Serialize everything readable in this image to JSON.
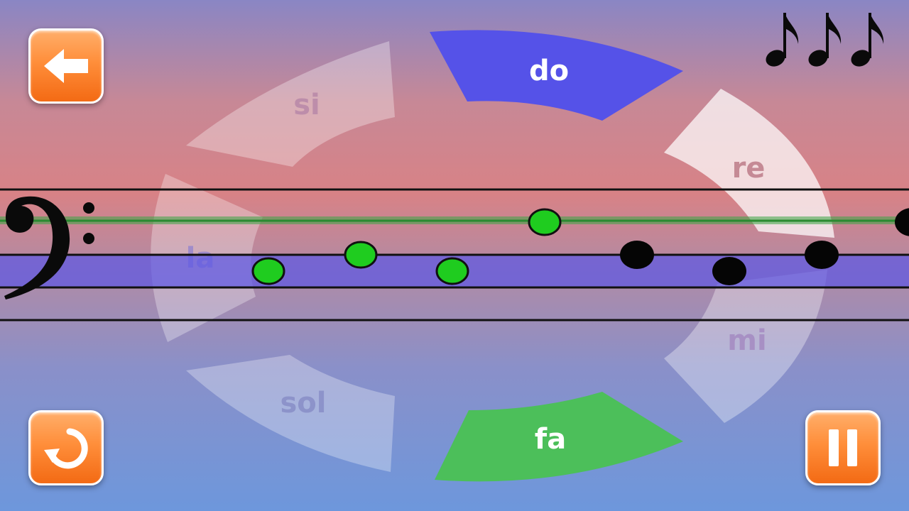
{
  "game": {
    "clef": "bass-clef-icon",
    "colors": {
      "do_sector": "#5552e8",
      "fa_sector": "#4cbf5a",
      "inactive_sector": "#ffffff",
      "green_line": "#2e9a3a",
      "blue_band": "#5b55e6",
      "played_note": "#22cc22",
      "pending_note": "#000000",
      "button": "#ff8e3a"
    },
    "wheel": {
      "sectors": [
        {
          "label": "do",
          "state": "highlighted-blue"
        },
        {
          "label": "re",
          "state": "inactive"
        },
        {
          "label": "mi",
          "state": "inactive"
        },
        {
          "label": "fa",
          "state": "highlighted-green"
        },
        {
          "label": "sol",
          "state": "inactive"
        },
        {
          "label": "la",
          "state": "inactive"
        },
        {
          "label": "si",
          "state": "inactive"
        }
      ]
    },
    "lives": {
      "count": 3,
      "icon": "eighth-note-icon"
    },
    "buttons": {
      "back": "back-arrow-icon",
      "restart": "restart-icon",
      "pause": "pause-icon"
    }
  }
}
